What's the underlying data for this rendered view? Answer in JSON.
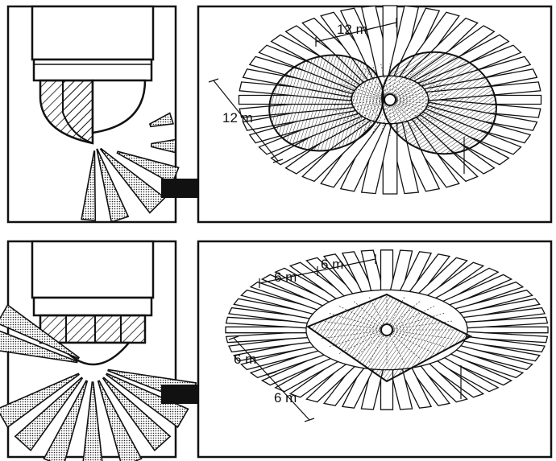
{
  "figure": {
    "top_panel": {
      "dim_width": "12 m",
      "dim_depth": "12 m"
    },
    "bottom_panel": {
      "dim_top_left": "6 m",
      "dim_top_right": "6 m",
      "dim_left_upper": "6 m",
      "dim_left_lower": "6 m"
    }
  },
  "colors": {
    "ink": "#111111",
    "paper": "#ffffff"
  },
  "icons": [
    "arrow-right-icon",
    "sensor-head-icon"
  ]
}
